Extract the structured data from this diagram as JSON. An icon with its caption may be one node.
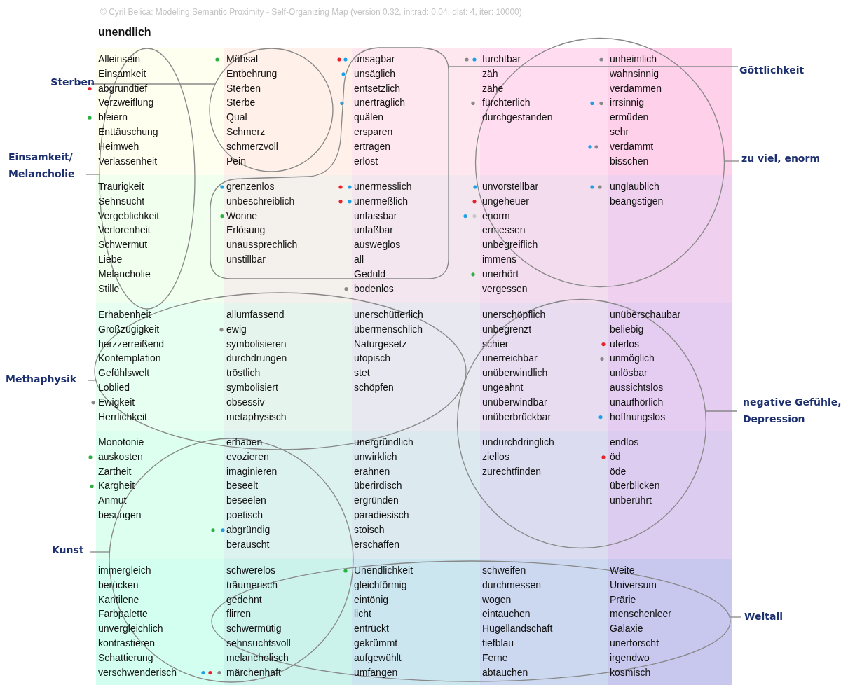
{
  "diagram": {
    "title": "unendlich",
    "nodes": [
      {
        "text": [
          "Sterben"
        ]
      },
      {
        "text": [
          "Einsamkeit/ Melancholie"
        ]
      },
      {
        "text": [
          "Methaphysik"
        ]
      },
      {
        "text": [
          "Kunst"
        ]
      },
      {
        "text": [
          "Göttlichkeit"
        ]
      },
      {
        "text": [
          "zu viel, enorm"
        ]
      },
      {
        "text": [
          "negative Gefühle, Depression"
        ]
      },
      {
        "text": [
          "Weltall"
        ]
      },
      {
        "text": [],
        "shape": "ellipse"
      },
      {
        "text": [],
        "shape": "ellipse"
      },
      {
        "text": [],
        "shape": "circle"
      },
      {
        "text": [],
        "shape": "circle"
      },
      {
        "text": [],
        "shape": "ellipse"
      },
      {
        "text": [],
        "shape": "blob"
      },
      {
        "text": [],
        "shape": "circle"
      },
      {
        "text": [],
        "shape": "circle"
      }
    ],
    "edges": [
      {
        "from": 0,
        "to": 11,
        "arrow": "none"
      },
      {
        "from": 1,
        "to": 8,
        "arrow": "none"
      },
      {
        "from": 2,
        "to": 9,
        "arrow": "none"
      },
      {
        "from": 3,
        "to": 10,
        "arrow": "none"
      },
      {
        "from": 4,
        "to": 13,
        "arrow": "none"
      },
      {
        "from": 5,
        "to": 15,
        "arrow": "none"
      },
      {
        "from": 6,
        "to": 14,
        "arrow": "none"
      },
      {
        "from": 7,
        "to": 12,
        "arrow": "none"
      }
    ],
    "labels": [
      "© Cyril Belica: Modeling Semantic Proximity - Self-Organizing Map (version 0.32, initrad: 0.04, dist: 4, iter: 10000)",
      "Alleinsein",
      "Einsamkeit",
      "abgrundtief",
      "Verzweiflung",
      "bleiern",
      "Enttäuschung",
      "Heimweh",
      "Verlassenheit",
      "Mühsal",
      "Entbehrung",
      "Sterben",
      "Sterbe",
      "Qual",
      "Schmerz",
      "schmerzvoll",
      "Pein",
      "unsagbar",
      "unsäglich",
      "entsetzlich",
      "unerträglich",
      "quälen",
      "ersparen",
      "ertragen",
      "erlöst",
      "furchtbar",
      "zäh",
      "zähe",
      "fürchterlich",
      "durchgestanden",
      "unheimlich",
      "wahnsinnig",
      "verdammen",
      "irrsinnig",
      "ermüden",
      "sehr",
      "verdammt",
      "bisschen",
      "Traurigkeit",
      "Sehnsucht",
      "Vergeblichkeit",
      "Verlorenheit",
      "Schwermut",
      "Liebe",
      "Melancholie",
      "Stille",
      "grenzenlos",
      "unbeschreiblich",
      "Wonne",
      "Erlösung",
      "unaussprechlich",
      "unstillbar",
      "unermesslich",
      "unermeßlich",
      "unfassbar",
      "unfaßbar",
      "ausweglos",
      "all",
      "Geduld",
      "bodenlos",
      "unvorstellbar",
      "ungeheuer",
      "enorm",
      "ermessen",
      "unbegreiflich",
      "immens",
      "unerhört",
      "vergessen",
      "unglaublich",
      "beängstigen",
      "Erhabenheit",
      "Großzügigkeit",
      "herzzerreißend",
      "Kontemplation",
      "Gefühlswelt",
      "Loblied",
      "Ewigkeit",
      "Herrlichkeit",
      "allumfassend",
      "ewig",
      "symbolisieren",
      "durchdrungen",
      "tröstlich",
      "symbolisiert",
      "obsessiv",
      "metaphysisch",
      "unerschütterlich",
      "übermenschlich",
      "Naturgesetz",
      "utopisch",
      "stet",
      "schöpfen",
      "unerschöpflich",
      "unbegrenzt",
      "schier",
      "unerreichbar",
      "unüberwindlich",
      "ungeahnt",
      "unüberwindbar",
      "unüberbrückbar",
      "unüberschaubar",
      "beliebig",
      "uferlos",
      "unmöglich",
      "unlösbar",
      "aussichtslos",
      "unaufhörlich",
      "hoffnungslos",
      "Monotonie",
      "auskosten",
      "Zartheit",
      "Kargheit",
      "Anmut",
      "besungen",
      "erhaben",
      "evozieren",
      "imaginieren",
      "beseelt",
      "beseelen",
      "poetisch",
      "abgründig",
      "berauscht",
      "unergründlich",
      "unwirklich",
      "erahnen",
      "überirdisch",
      "ergründen",
      "paradiesisch",
      "stoisch",
      "erschaffen",
      "undurchdringlich",
      "ziellos",
      "zurechtfinden",
      "endlos",
      "öd",
      "öde",
      "überblicken",
      "unberührt",
      "immergleich",
      "berücken",
      "Kantilene",
      "Farbpalette",
      "unvergleichlich",
      "kontrastieren",
      "Schattierung",
      "verschwenderisch",
      "schwerelos",
      "träumerisch",
      "gedehnt",
      "flirren",
      "schwermütig",
      "sehnsuchtsvoll",
      "melancholisch",
      "märchenhaft",
      "Unendlichkeit",
      "gleichförmig",
      "eintönig",
      "licht",
      "entrückt",
      "gekrümmt",
      "aufgewühlt",
      "umfangen",
      "schweifen",
      "durchmessen",
      "wogen",
      "eintauchen",
      "Hügellandschaft",
      "tiefblau",
      "Ferne",
      "abtauchen",
      "Weite",
      "Universum",
      "Prärie",
      "menschenleer",
      "Galaxie",
      "unerforscht",
      "irgendwo",
      "kosmisch"
    ]
  }
}
